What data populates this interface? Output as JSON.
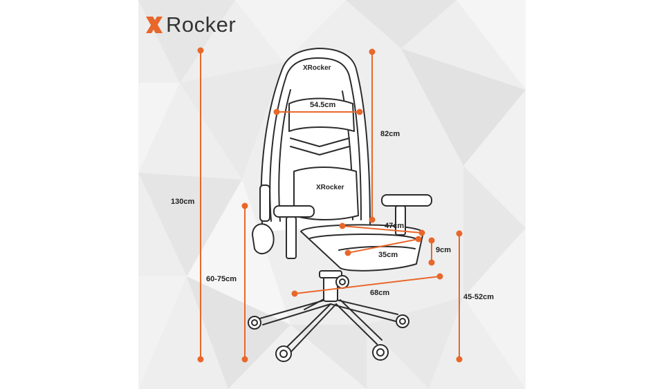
{
  "brand": {
    "name": "Rocker",
    "logo_icon": "x-mark-logo",
    "accent_color": "#E8672A"
  },
  "chair": {
    "headrest_logo": "XRocker",
    "cushion_logo": "XRocker"
  },
  "dimensions": {
    "total_height": "130cm",
    "seat_to_floor_range": "60-75cm",
    "backrest_height": "82cm",
    "shoulder_width": "54.5cm",
    "seat_width": "47cm",
    "seat_depth": "35cm",
    "seat_cushion_thickness": "9cm",
    "base_width": "68cm",
    "seat_height": "45-52cm"
  },
  "colors": {
    "line": "#E8672A",
    "outline": "#2b2b2b",
    "panel_background": "#eeeeee"
  }
}
